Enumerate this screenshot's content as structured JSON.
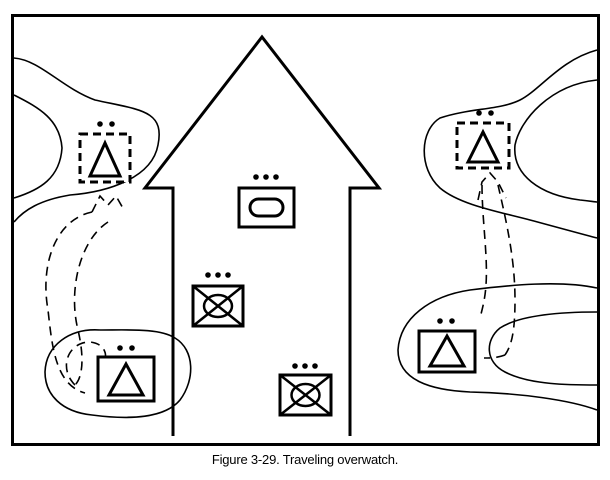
{
  "figure": {
    "caption": "Figure 3-29. Traveling overwatch."
  },
  "colors": {
    "ink": "#000000",
    "paper": "#ffffff"
  },
  "symbols": [
    {
      "name": "platoon-symbol-left-upper",
      "kind": "armor-platoon",
      "style": "dashed"
    },
    {
      "name": "platoon-symbol-left-lower",
      "kind": "armor-platoon",
      "style": "solid"
    },
    {
      "name": "platoon-symbol-right-upper",
      "kind": "armor-platoon",
      "style": "dashed"
    },
    {
      "name": "platoon-symbol-right-lower",
      "kind": "armor-platoon",
      "style": "solid"
    },
    {
      "name": "company-symbol-center-top",
      "kind": "armor-company",
      "style": "solid"
    },
    {
      "name": "company-symbol-center-mid",
      "kind": "mech-infantry-company",
      "style": "solid"
    },
    {
      "name": "company-symbol-center-bottom",
      "kind": "mech-infantry-company",
      "style": "solid"
    }
  ]
}
